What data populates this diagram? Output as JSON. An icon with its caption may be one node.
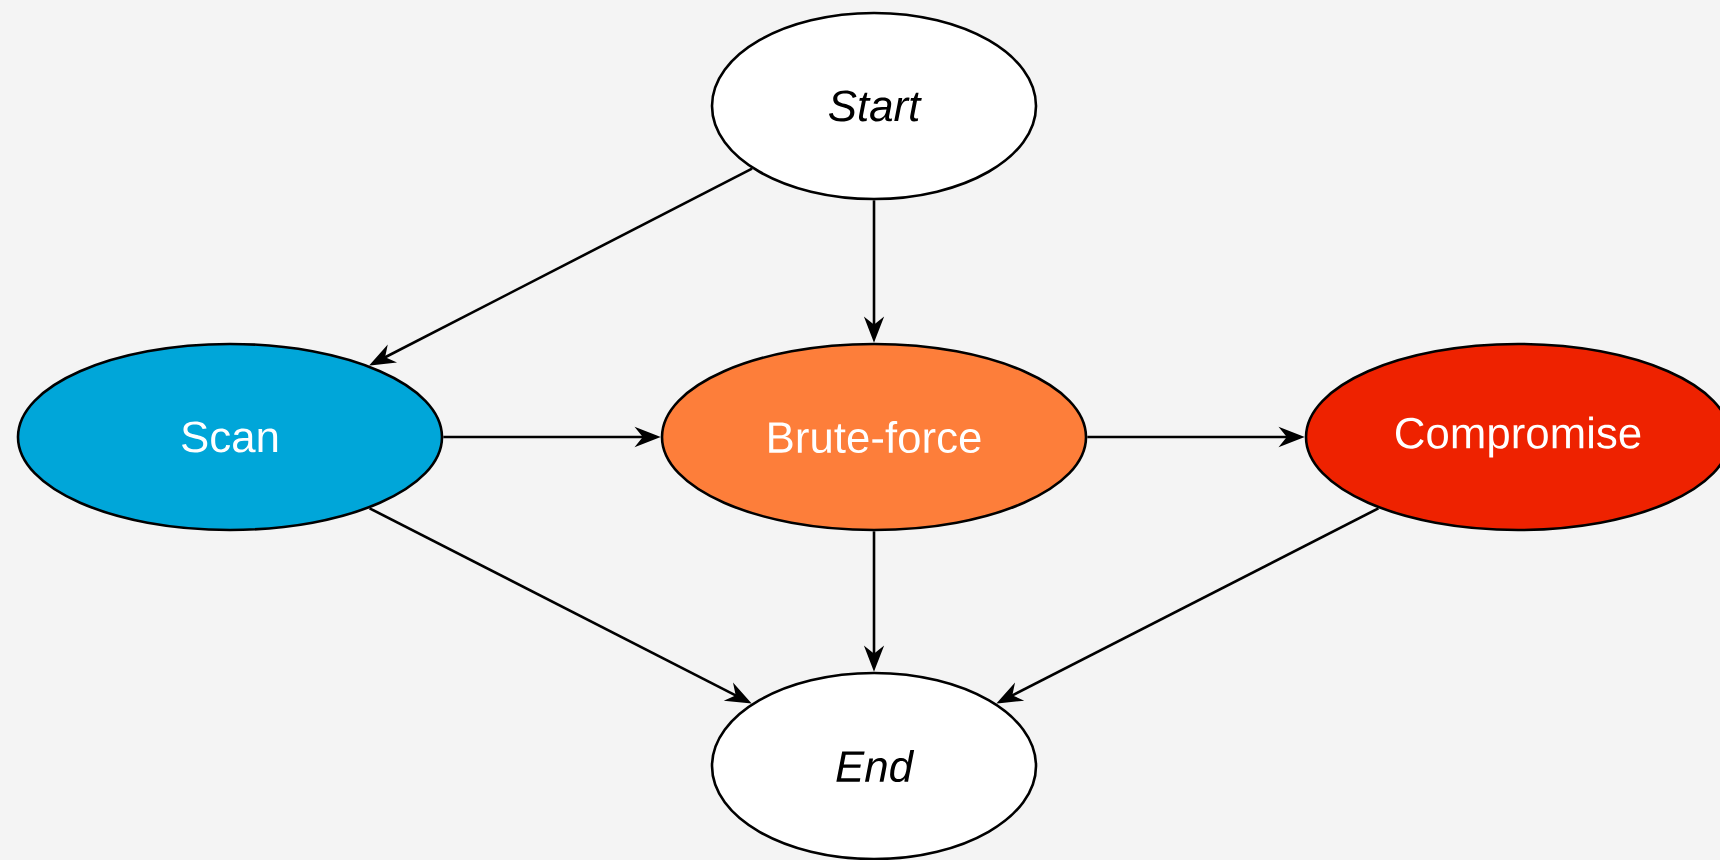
{
  "diagram": {
    "nodes": [
      {
        "text": [
          "Start"
        ]
      },
      {
        "text": [
          "Scan"
        ]
      },
      {
        "text": [
          "Brute-force"
        ]
      },
      {
        "text": [
          "Compromise"
        ]
      },
      {
        "text": [
          "End"
        ]
      }
    ],
    "edges": [
      {
        "from": 0,
        "to": 1,
        "arrow": "to"
      },
      {
        "from": 0,
        "to": 2,
        "arrow": "to"
      },
      {
        "from": 1,
        "to": 2,
        "arrow": "to"
      },
      {
        "from": 2,
        "to": 3,
        "arrow": "to"
      },
      {
        "from": 1,
        "to": 4,
        "arrow": "to"
      },
      {
        "from": 2,
        "to": 4,
        "arrow": "to"
      },
      {
        "from": 3,
        "to": 4,
        "arrow": "to"
      }
    ]
  }
}
